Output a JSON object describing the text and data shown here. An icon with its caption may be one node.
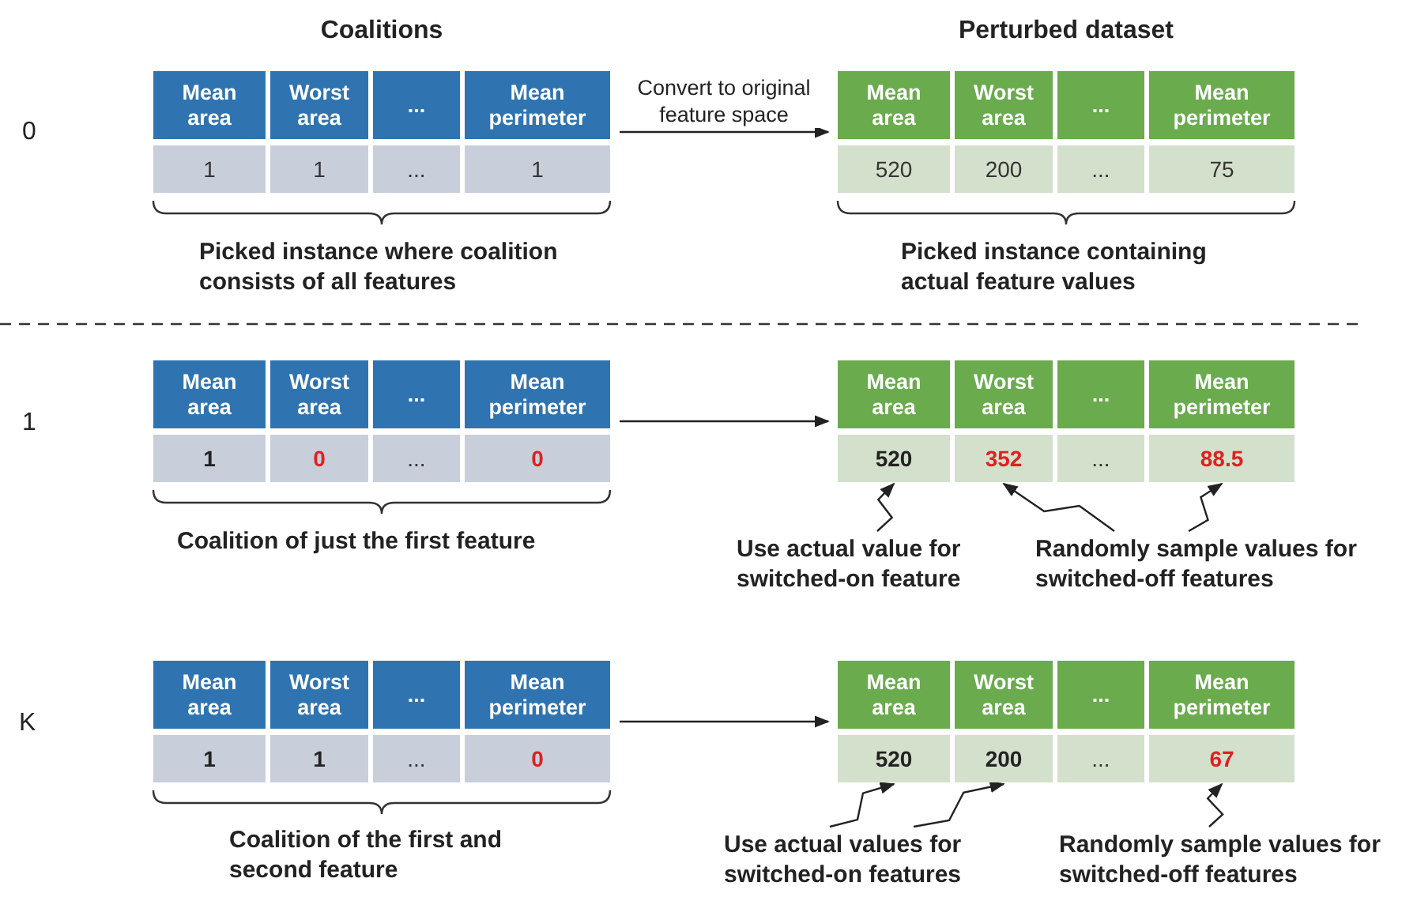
{
  "diagram": {
    "nodes": [
      {
        "text": [],
        "shape": "box"
      },
      {
        "text": [
          "Mean area"
        ],
        "in": 0
      },
      {
        "text": [
          "Worst area"
        ],
        "in": 0
      },
      {
        "text": [
          "..."
        ],
        "in": 0
      },
      {
        "text": [
          "Mean perimeter"
        ],
        "in": 0
      },
      {
        "text": [
          "1"
        ],
        "in": 0
      },
      {
        "text": [
          "1"
        ],
        "in": 0
      },
      {
        "text": [
          "..."
        ],
        "in": 0
      },
      {
        "text": [
          "1"
        ],
        "in": 0
      },
      {
        "text": [],
        "shape": "box"
      },
      {
        "text": [
          "Mean area"
        ],
        "in": 9
      },
      {
        "text": [
          "Worst area"
        ],
        "in": 9
      },
      {
        "text": [
          "..."
        ],
        "in": 9
      },
      {
        "text": [
          "Mean perimeter"
        ],
        "in": 9
      },
      {
        "text": [
          "520"
        ],
        "in": 9
      },
      {
        "text": [
          "200"
        ],
        "in": 9
      },
      {
        "text": [
          "..."
        ],
        "in": 9
      },
      {
        "text": [
          "75"
        ],
        "in": 9
      },
      {
        "text": [],
        "shape": "box"
      },
      {
        "text": [
          "Mean area"
        ],
        "in": 18
      },
      {
        "text": [
          "Worst area"
        ],
        "in": 18
      },
      {
        "text": [
          "..."
        ],
        "in": 18
      },
      {
        "text": [
          "Mean perimeter"
        ],
        "in": 18
      },
      {
        "text": [
          "1"
        ],
        "in": 18
      },
      {
        "text": [
          "0"
        ],
        "in": 18
      },
      {
        "text": [
          "..."
        ],
        "in": 18
      },
      {
        "text": [
          "0"
        ],
        "in": 18
      },
      {
        "text": [],
        "shape": "box"
      },
      {
        "text": [
          "Mean area"
        ],
        "in": 27
      },
      {
        "text": [
          "Worst area"
        ],
        "in": 27
      },
      {
        "text": [
          "..."
        ],
        "in": 27
      },
      {
        "text": [
          "Mean perimeter"
        ],
        "in": 27
      },
      {
        "text": [
          "520"
        ],
        "in": 27
      },
      {
        "text": [
          "352"
        ],
        "in": 27
      },
      {
        "text": [
          "..."
        ],
        "in": 27
      },
      {
        "text": [
          "88.5"
        ],
        "in": 27
      },
      {
        "text": [
          "Use actual value for switched-on feature"
        ]
      },
      {
        "text": [
          "Randomly sample values for switched-off features"
        ]
      },
      {
        "text": [],
        "shape": "box"
      },
      {
        "text": [
          "Mean area"
        ],
        "in": 38
      },
      {
        "text": [
          "Worst area"
        ],
        "in": 38
      },
      {
        "text": [
          "..."
        ],
        "in": 38
      },
      {
        "text": [
          "Mean perimeter"
        ],
        "in": 38
      },
      {
        "text": [
          "1"
        ],
        "in": 38
      },
      {
        "text": [
          "1"
        ],
        "in": 38
      },
      {
        "text": [
          "..."
        ],
        "in": 38
      },
      {
        "text": [
          "0"
        ],
        "in": 38
      },
      {
        "text": [],
        "shape": "box"
      },
      {
        "text": [
          "Mean area"
        ],
        "in": 47
      },
      {
        "text": [
          "Worst area"
        ],
        "in": 47
      },
      {
        "text": [
          "..."
        ],
        "in": 47
      },
      {
        "text": [
          "Mean perimeter"
        ],
        "in": 47
      },
      {
        "text": [
          "520"
        ],
        "in": 47
      },
      {
        "text": [
          "200"
        ],
        "in": 47
      },
      {
        "text": [
          "..."
        ],
        "in": 47
      },
      {
        "text": [
          "67"
        ],
        "in": 47
      },
      {
        "text": [
          "Use actual values for switched-on features"
        ]
      },
      {
        "text": [
          "Randomly sample values for switched-off features"
        ]
      }
    ],
    "edges": [
      {
        "from": 0,
        "to": 9,
        "arrow": "to",
        "label": "Convert to original feature space"
      },
      {
        "from": 18,
        "to": 27,
        "arrow": "to"
      },
      {
        "from": 36,
        "to": 32,
        "arrow": "to"
      },
      {
        "from": 37,
        "to": 33,
        "arrow": "to"
      },
      {
        "from": 37,
        "to": 35,
        "arrow": "to"
      },
      {
        "from": 38,
        "to": 47,
        "arrow": "to"
      },
      {
        "from": 56,
        "to": 52,
        "arrow": "to"
      },
      {
        "from": 56,
        "to": 53,
        "arrow": "to"
      },
      {
        "from": 57,
        "to": 55,
        "arrow": "to"
      }
    ],
    "labels": [
      "Coalitions",
      "Perturbed dataset",
      "0",
      "Picked instance where coalition consists of all features",
      "Picked instance containing actual feature values",
      "1",
      "Coalition of just the first feature",
      "K",
      "Coalition of the first and second feature"
    ]
  }
}
